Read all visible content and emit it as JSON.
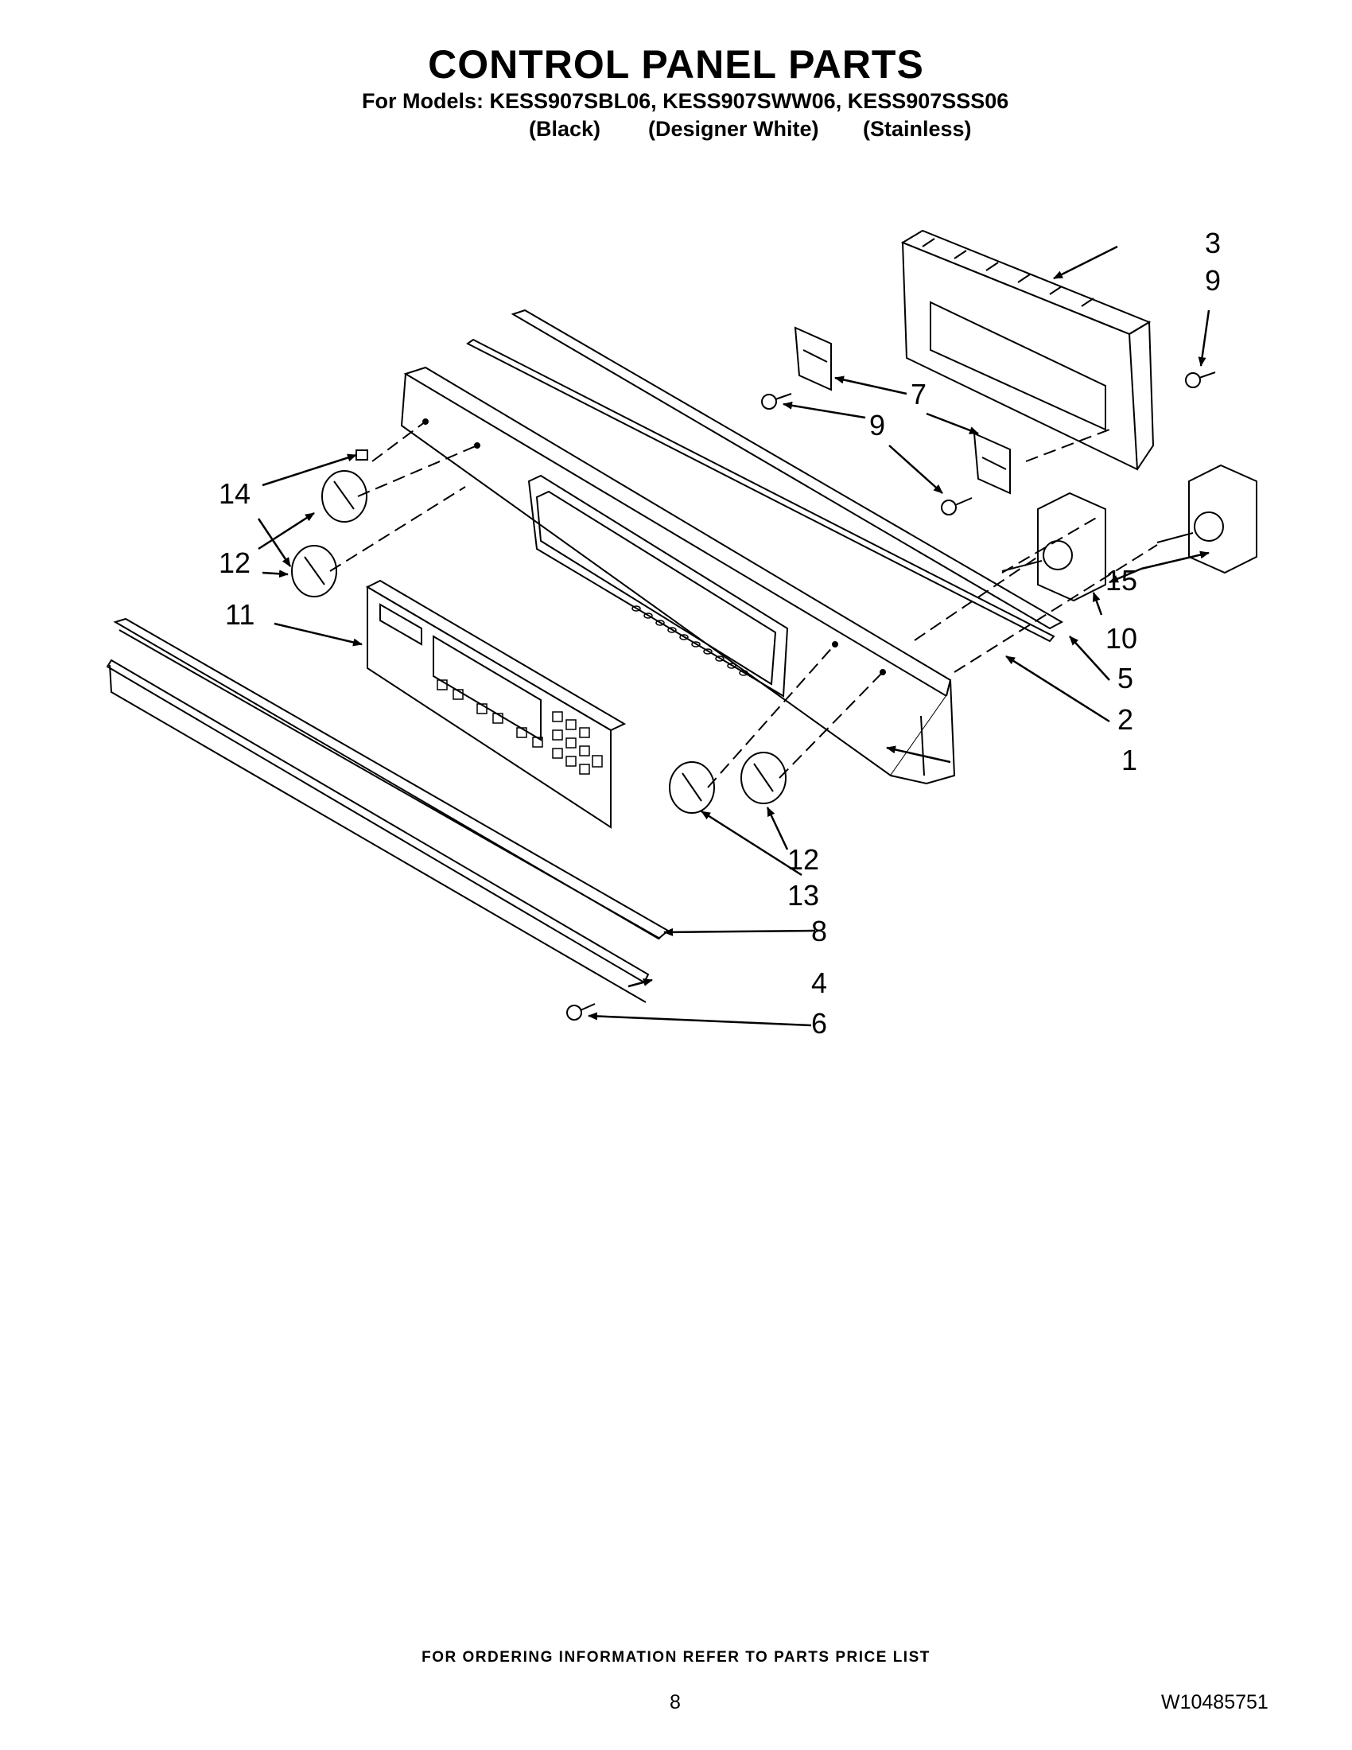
{
  "header": {
    "title": "CONTROL PANEL PARTS",
    "models_line": "For Models: KESS907SBL06, KESS907SWW06, KESS907SSS06",
    "variants": [
      "(Black)",
      "(Designer White)",
      "(Stainless)"
    ]
  },
  "callouts": {
    "c1": "1",
    "c2": "2",
    "c3": "3",
    "c4": "4",
    "c5": "5",
    "c6": "6",
    "c7": "7",
    "c8": "8",
    "c9a": "9",
    "c9b": "9",
    "c10": "10",
    "c11": "11",
    "c12a": "12",
    "c12b": "12",
    "c13": "13",
    "c14": "14",
    "c15": "15"
  },
  "footer": {
    "ordering_note": "FOR ORDERING INFORMATION REFER TO PARTS PRICE LIST",
    "page_number": "8",
    "document_number": "W10485751"
  }
}
